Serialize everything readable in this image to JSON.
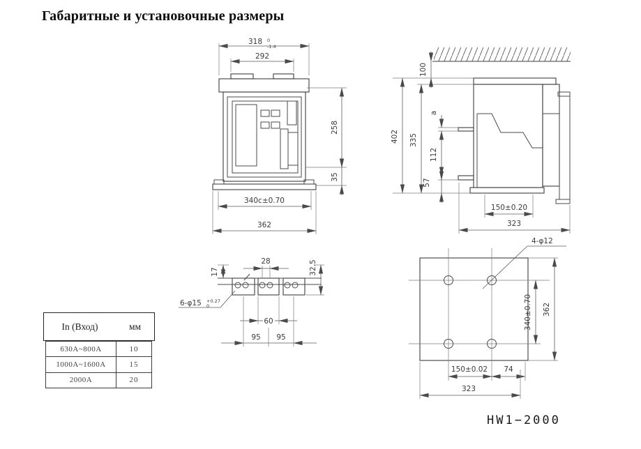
{
  "page": {
    "title": "Габаритные и установочные размеры"
  },
  "front_view": {
    "width_overall": "318",
    "width_overall_tol_upper": "0",
    "width_overall_tol_lower": "-1.4",
    "width_tabs": "292",
    "height_body": "258",
    "height_base": "35",
    "mount_spacing": "340c±0.70",
    "width_base": "362"
  },
  "side_view": {
    "gap_to_wall": "100",
    "height_overall": "402",
    "height_frame": "335",
    "busbar_thickness": "a",
    "terminal_spacing": "112",
    "bottom_offset": "57",
    "mount_depth": "150±0.20",
    "depth_overall": "323"
  },
  "terminal_view": {
    "dim_end": "17",
    "dim_hole_pair": "28",
    "dim_width": "32.5",
    "dim_inner": "60",
    "dim_pitch_left": "95",
    "dim_pitch_right": "95",
    "holes_label": "6-φ15",
    "holes_tol_upper": "+0.27",
    "holes_tol_lower": "0"
  },
  "plate_view": {
    "holes_label": "4-φ12",
    "mount_height": "340±0.70",
    "plate_height": "362",
    "mount_width": "150±0.02",
    "edge_offset": "74",
    "plate_width": "323"
  },
  "spec_table": {
    "headers": [
      "In (Вход)",
      "мм"
    ],
    "rows": [
      [
        "630A~800A",
        "10"
      ],
      [
        "1000A~1600A",
        "15"
      ],
      [
        "2000A",
        "20"
      ]
    ]
  },
  "model_label": "HW1−2000"
}
